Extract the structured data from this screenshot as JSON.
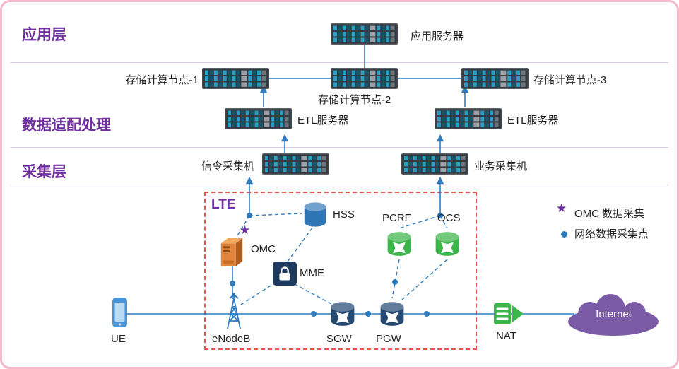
{
  "layers": {
    "application": "应用层",
    "adaptation": "数据适配处理",
    "collection": "采集层"
  },
  "labels": {
    "app_server": "应用服务器",
    "storage1": "存储计算节点-1",
    "storage2": "存储计算节点-2",
    "storage3": "存储计算节点-3",
    "etl1": "ETL服务器",
    "etl2": "ETL服务器",
    "signal_collector": "信令采集机",
    "business_collector": "业务采集机",
    "lte": "LTE",
    "omc": "OMC",
    "hss": "HSS",
    "mme": "MME",
    "pcrf": "PCRF",
    "ocs": "OCS",
    "enodeb": "eNodeB",
    "sgw": "SGW",
    "pgw": "PGW",
    "ue": "UE",
    "nat": "NAT",
    "internet": "Internet"
  },
  "legend": {
    "star_symbol": "★",
    "star_label": "OMC 数据采集",
    "dot_symbol": "●",
    "dot_label": "网络数据采集点"
  },
  "icons": {
    "rack_server": "rack-server-icon",
    "database_cylinder": "database-icon",
    "switch_router": "switch-icon",
    "tower_server": "tower-server-icon",
    "antenna": "antenna-icon",
    "phone": "mobile-phone-icon",
    "nat_arrow": "nat-icon",
    "cloud": "cloud-icon",
    "star": "★"
  },
  "colors": {
    "layer_text": "#7030a0",
    "line_blue": "#2f7bbf",
    "lte_border_red": "#e8534a",
    "green_node": "#3cb54a",
    "navy_node": "#274a73",
    "db_blue": "#2e75b6",
    "cloud_purple": "#7b5aa6",
    "frame_pink": "#f3b9ca",
    "separator": "#d9c8ec",
    "omc_orange": "#e0853b"
  }
}
